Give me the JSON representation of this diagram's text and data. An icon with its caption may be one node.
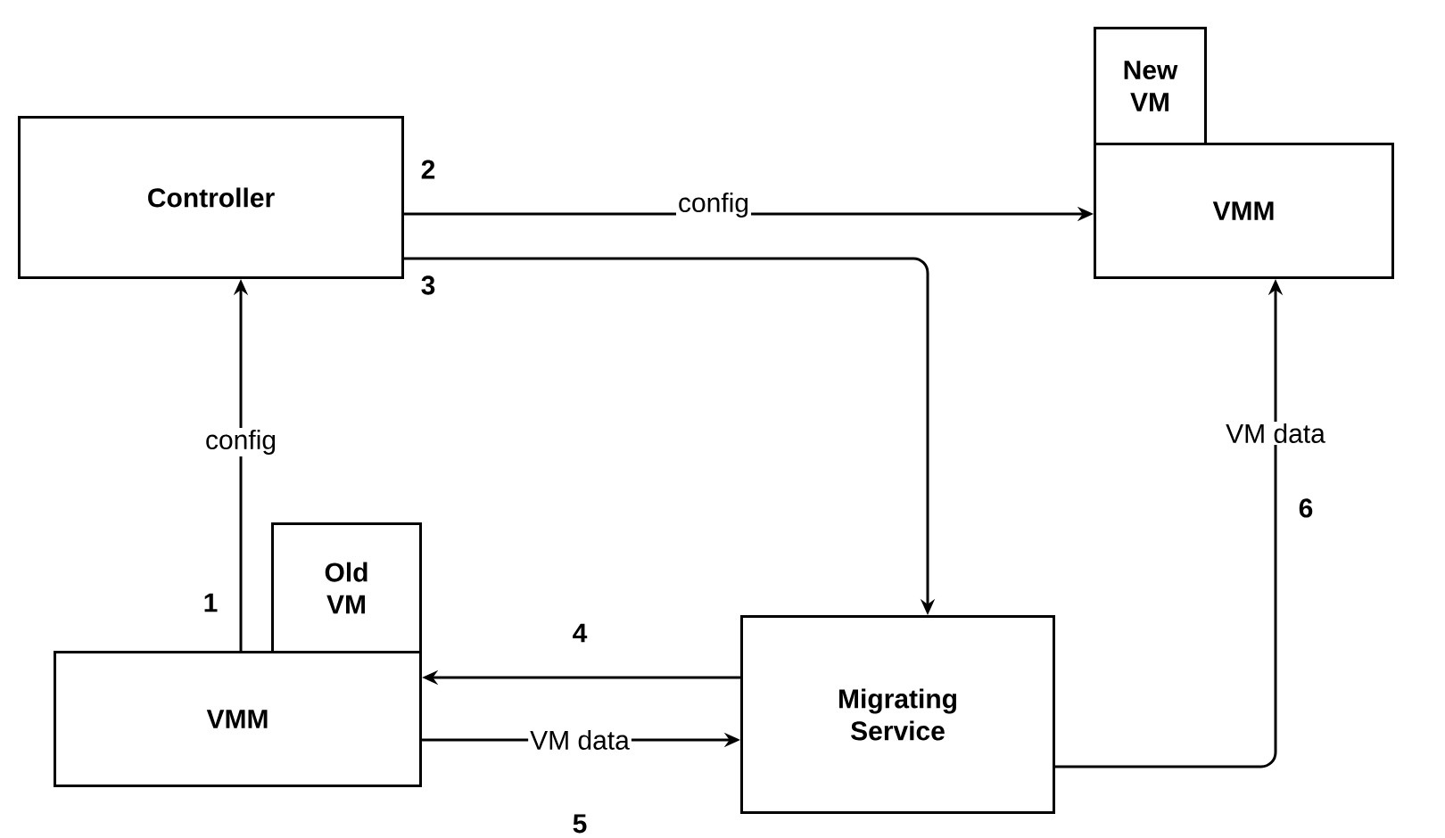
{
  "diagram": {
    "nodes": [
      {
        "text": [
          "Controller"
        ]
      },
      {
        "text": [
          "New VM"
        ]
      },
      {
        "text": [
          "VMM"
        ]
      },
      {
        "text": [
          "Old VM"
        ]
      },
      {
        "text": [
          "VMM"
        ]
      },
      {
        "text": [
          "Migrating Service"
        ]
      }
    ],
    "edges": [
      {
        "from": 0,
        "to": 2,
        "arrow": "to",
        "label": "config"
      },
      {
        "from": 0,
        "to": 5,
        "arrow": "to"
      },
      {
        "from": 4,
        "to": 0,
        "arrow": "to",
        "label": "config"
      },
      {
        "from": 5,
        "to": 4,
        "arrow": "to"
      },
      {
        "from": 4,
        "to": 5,
        "arrow": "to",
        "label": "VM data"
      },
      {
        "from": 5,
        "to": 2,
        "arrow": "to",
        "label": "VM data"
      }
    ],
    "labels": [
      "2",
      "3",
      "6",
      "1",
      "4",
      "5"
    ]
  }
}
